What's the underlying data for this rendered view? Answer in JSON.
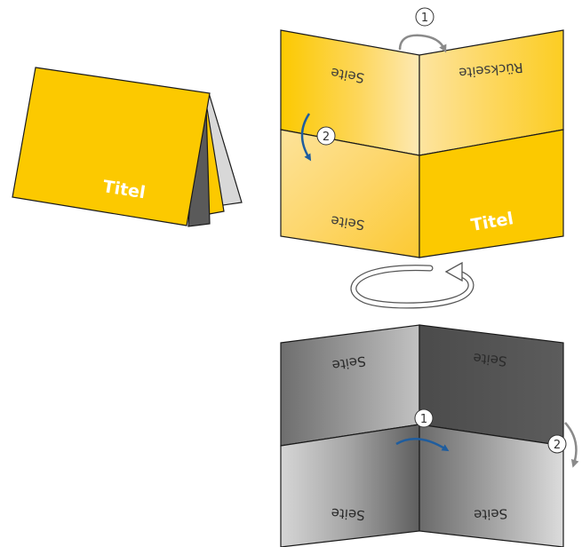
{
  "labels": {
    "cover_title": "Titel",
    "page": "Seite",
    "back": "Rückseite",
    "step_one": "1",
    "step_two": "2"
  },
  "colors": {
    "yellow": "#fcc900",
    "yellow_light": "#fde7a0",
    "fold_arrow": "#1f5d9e",
    "gray_arrow": "#8a8a8a"
  }
}
